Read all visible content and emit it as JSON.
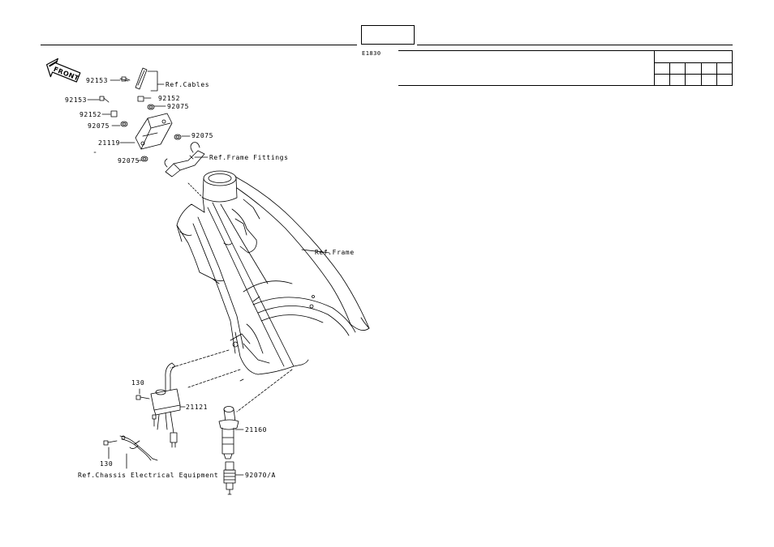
{
  "header": {
    "page_code": "E1830"
  },
  "front_arrow": {
    "text": "FRONT"
  },
  "callouts": {
    "c1": "92153",
    "c2": "Ref.Cables",
    "c3": "92153",
    "c4": "92152",
    "c5": "92075",
    "c6": "92152",
    "c7": "92075",
    "c8": "92075",
    "c9": "21119",
    "c10": "Ref.Frame Fittings",
    "c11": "92075",
    "c12": "Ref.Frame",
    "c13": "130",
    "c14": "21121",
    "c15": "21160",
    "c16": "130",
    "c17": "Ref.Chassis Electrical Equipment",
    "c18": "92070/A"
  }
}
